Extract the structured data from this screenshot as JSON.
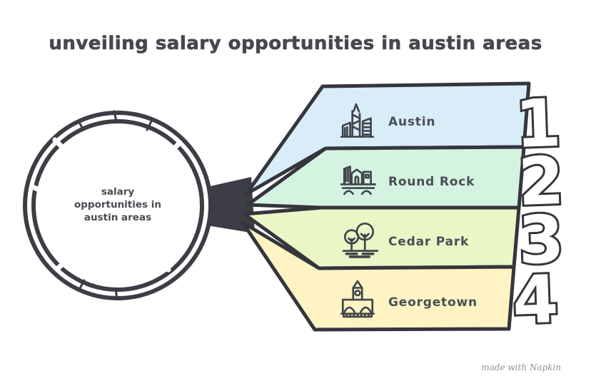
{
  "title": "unveiling salary opportunities in austin areas",
  "magnifier": {
    "line1": "salary",
    "line2": "opportunities in",
    "line3": "austin areas"
  },
  "items": [
    {
      "rank": "1",
      "label": "Austin",
      "color": "#d8edf8",
      "icon": "city-skyline-icon"
    },
    {
      "rank": "2",
      "label": "Round Rock",
      "color": "#d4f3e1",
      "icon": "rock-buildings-icon"
    },
    {
      "rank": "3",
      "label": "Cedar Park",
      "color": "#eaf6c6",
      "icon": "park-trees-icon"
    },
    {
      "rank": "4",
      "label": "Georgetown",
      "color": "#fdf3c3",
      "icon": "courthouse-icon"
    }
  ],
  "watermark": "made with Napkin",
  "colors": {
    "outline": "#35353d",
    "title_text": "#47474f",
    "label_text": "#4a4e54",
    "watermark_text": "#8f9196"
  }
}
